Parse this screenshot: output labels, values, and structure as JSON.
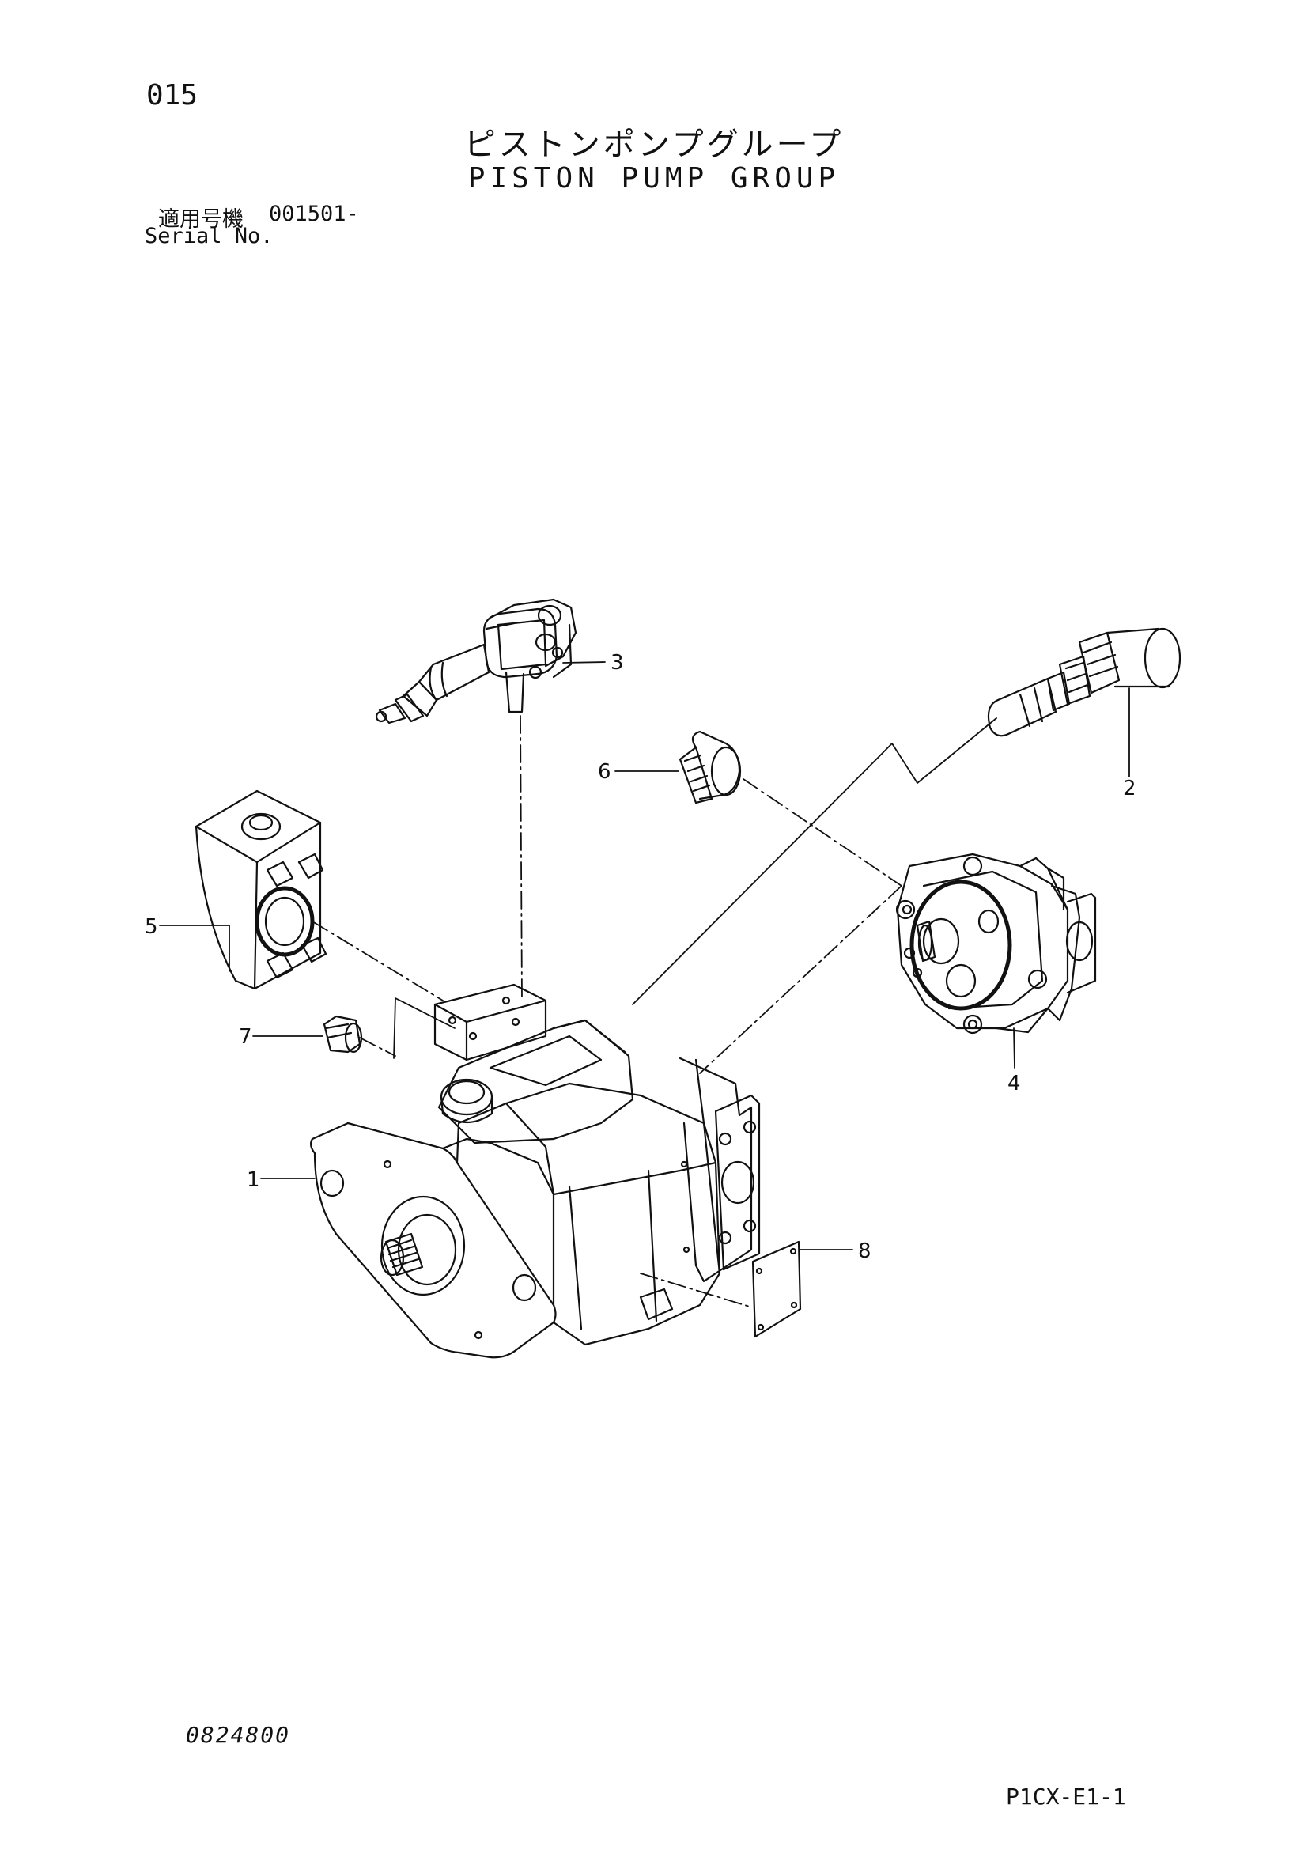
{
  "header": {
    "page_number": "015",
    "title_jp": "ピストンポンプグループ",
    "title_en": "PISTON PUMP GROUP",
    "serial_label_jp": "適用号機",
    "serial_value": "001501-",
    "serial_label_en": "Serial No."
  },
  "callouts": [
    "1",
    "2",
    "3",
    "4",
    "5",
    "6",
    "7",
    "8"
  ],
  "footer": {
    "doc_code": "0824800",
    "sheet_code": "P1CX-E1-1"
  }
}
